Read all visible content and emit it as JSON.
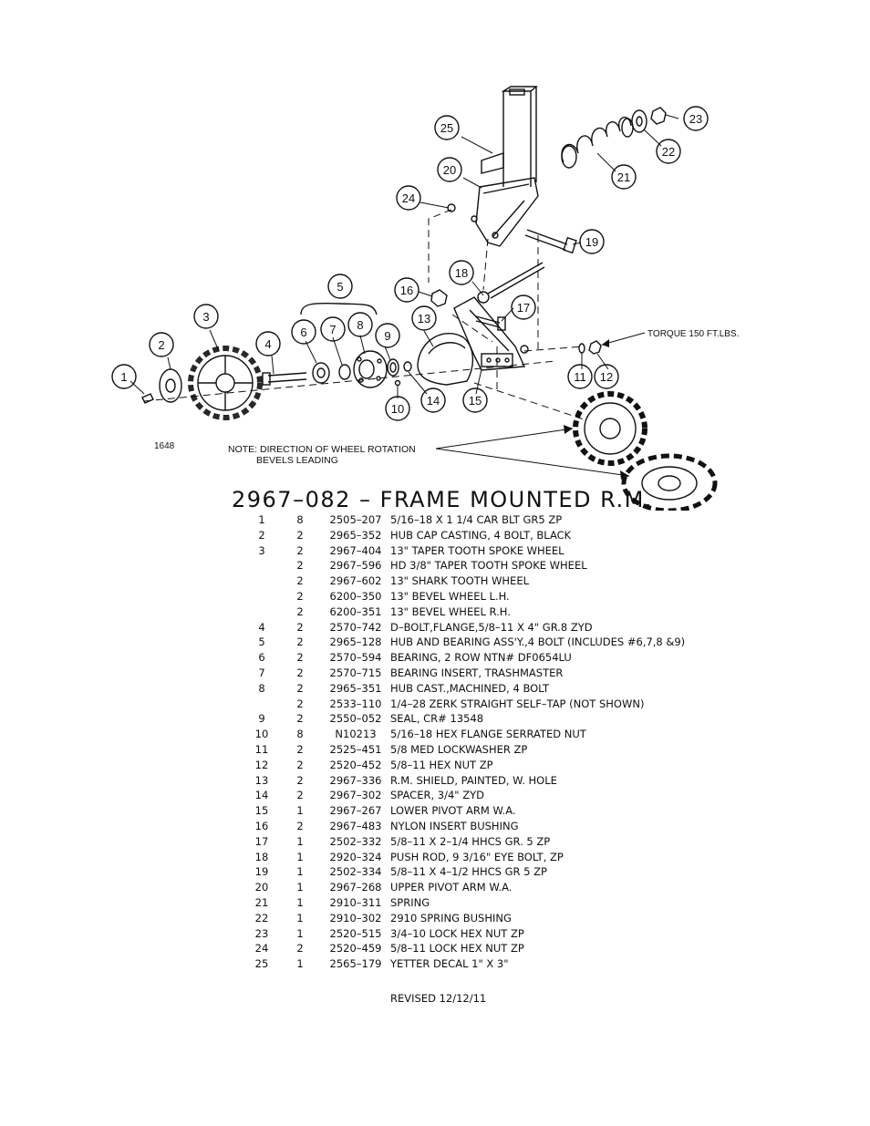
{
  "diagram": {
    "figure_number": "1648",
    "callouts": [
      "1",
      "2",
      "3",
      "4",
      "5",
      "6",
      "7",
      "8",
      "9",
      "10",
      "11",
      "12",
      "13",
      "14",
      "15",
      "16",
      "17",
      "18",
      "19",
      "20",
      "21",
      "22",
      "23",
      "24",
      "25"
    ],
    "torque_note": "TORQUE 150 FT.LBS.",
    "rotation_note_line1": "NOTE: DIRECTION OF WHEEL ROTATION",
    "rotation_note_line2": "BEVELS LEADING"
  },
  "title": "2967–082  –  FRAME MOUNTED R.M.",
  "parts": [
    {
      "item": "1",
      "qty": "8",
      "part": "2505–207",
      "desc": "5/16–18 X 1 1/4 CAR BLT GR5 ZP"
    },
    {
      "item": "2",
      "qty": "2",
      "part": "2965–352",
      "desc": "HUB CAP CASTING, 4 BOLT, BLACK"
    },
    {
      "item": "3",
      "qty": "2",
      "part": "2967–404",
      "desc": "13\" TAPER TOOTH SPOKE WHEEL"
    },
    {
      "item": "",
      "qty": "2",
      "part": "2967–596",
      "desc": "HD 3/8\" TAPER TOOTH SPOKE WHEEL"
    },
    {
      "item": "",
      "qty": "2",
      "part": "2967–602",
      "desc": "13\" SHARK TOOTH WHEEL"
    },
    {
      "item": "",
      "qty": "2",
      "part": "6200–350",
      "desc": "13\" BEVEL WHEEL L.H."
    },
    {
      "item": "",
      "qty": "2",
      "part": "6200–351",
      "desc": "13\" BEVEL WHEEL R.H."
    },
    {
      "item": "4",
      "qty": "2",
      "part": "2570–742",
      "desc": "D–BOLT,FLANGE,5/8–11 X 4\" GR.8 ZYD"
    },
    {
      "item": "5",
      "qty": "2",
      "part": "2965–128",
      "desc": "HUB AND BEARING ASS'Y.,4 BOLT (INCLUDES #6,7,8 &9)"
    },
    {
      "item": "6",
      "qty": "2",
      "part": "2570–594",
      "desc": "BEARING, 2 ROW NTN# DF0654LU"
    },
    {
      "item": "7",
      "qty": "2",
      "part": "2570–715",
      "desc": "BEARING INSERT, TRASHMASTER"
    },
    {
      "item": "8",
      "qty": "2",
      "part": "2965–351",
      "desc": "HUB CAST.,MACHINED, 4 BOLT"
    },
    {
      "item": "",
      "qty": "2",
      "part": "2533–110",
      "desc": "1/4–28 ZERK STRAIGHT SELF–TAP (NOT SHOWN)"
    },
    {
      "item": "9",
      "qty": "2",
      "part": "2550–052",
      "desc": "SEAL, CR# 13548"
    },
    {
      "item": "10",
      "qty": "8",
      "part": "N10213",
      "desc": "5/16–18 HEX FLANGE SERRATED NUT"
    },
    {
      "item": "11",
      "qty": "2",
      "part": "2525–451",
      "desc": "5/8 MED LOCKWASHER ZP"
    },
    {
      "item": "12",
      "qty": "2",
      "part": "2520–452",
      "desc": "5/8–11 HEX NUT ZP"
    },
    {
      "item": "13",
      "qty": "2",
      "part": "2967–336",
      "desc": "R.M. SHIELD, PAINTED, W. HOLE"
    },
    {
      "item": "14",
      "qty": "2",
      "part": "2967–302",
      "desc": "SPACER, 3/4\" ZYD"
    },
    {
      "item": "15",
      "qty": "1",
      "part": "2967–267",
      "desc": "LOWER PIVOT ARM W.A."
    },
    {
      "item": "16",
      "qty": "2",
      "part": "2967–483",
      "desc": "NYLON INSERT BUSHING"
    },
    {
      "item": "17",
      "qty": "1",
      "part": "2502–332",
      "desc": "5/8–11 X 2–1/4 HHCS GR. 5 ZP"
    },
    {
      "item": "18",
      "qty": "1",
      "part": "2920–324",
      "desc": "PUSH ROD, 9 3/16\" EYE BOLT, ZP"
    },
    {
      "item": "19",
      "qty": "1",
      "part": "2502–334",
      "desc": "5/8–11 X 4–1/2 HHCS GR 5 ZP"
    },
    {
      "item": "20",
      "qty": "1",
      "part": "2967–268",
      "desc": "UPPER PIVOT ARM W.A."
    },
    {
      "item": "21",
      "qty": "1",
      "part": "2910–311",
      "desc": "SPRING"
    },
    {
      "item": "22",
      "qty": "1",
      "part": "2910–302",
      "desc": "2910 SPRING BUSHING"
    },
    {
      "item": "23",
      "qty": "1",
      "part": "2520–515",
      "desc": "3/4–10 LOCK HEX NUT ZP"
    },
    {
      "item": "24",
      "qty": "2",
      "part": "2520–459",
      "desc": "5/8–11 LOCK HEX NUT  ZP"
    },
    {
      "item": "25",
      "qty": "1",
      "part": "2565–179",
      "desc": "YETTER DECAL 1\" X 3\""
    }
  ],
  "revised": "REVISED 12/12/11"
}
